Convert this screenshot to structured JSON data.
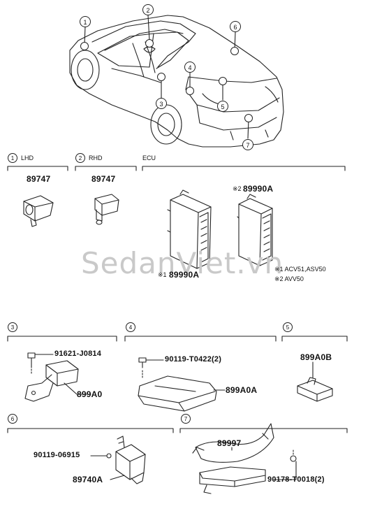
{
  "callouts": [
    "1",
    "2",
    "3",
    "4",
    "5",
    "6",
    "7"
  ],
  "sections": {
    "s1": {
      "num": "1",
      "label": "LHD",
      "parts": [
        "89747"
      ]
    },
    "s2": {
      "num": "2",
      "label": "RHD",
      "parts": [
        "89747"
      ]
    },
    "ecu": {
      "label": "ECU",
      "parts": [
        "89990A",
        "89990A"
      ],
      "marks": [
        "※2",
        "※1"
      ],
      "notes": [
        "※1 ACV51,ASV50",
        "※2 AVV50"
      ]
    },
    "s3": {
      "num": "3",
      "parts": [
        "91621-J0814",
        "899A0"
      ]
    },
    "s4": {
      "num": "4",
      "parts": [
        "90119-T0422(2)",
        "899A0A"
      ]
    },
    "s5": {
      "num": "5",
      "parts": [
        "899A0B"
      ]
    },
    "s6": {
      "num": "6",
      "parts": [
        "90119-06915",
        "89740A"
      ]
    },
    "s7": {
      "num": "7",
      "parts": [
        "89997",
        "90178-T0018(2)"
      ]
    }
  },
  "watermark": "SedanViet.vn"
}
